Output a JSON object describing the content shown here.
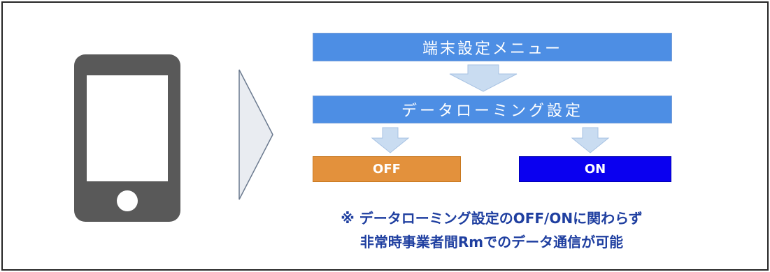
{
  "flow": {
    "menu_label": "端末設定メニュー",
    "roaming_label": "データローミング設定",
    "off_label": "OFF",
    "on_label": "ON"
  },
  "note": {
    "line1": "※ データローミング設定のOFF/ONに関わらず",
    "line2": "非常時事業者間Rmでのデータ通信が可能"
  },
  "colors": {
    "menu_blue": "#4d8ee4",
    "off_orange": "#e3913c",
    "on_blue": "#0a00f0",
    "note_text": "#1f3fa0",
    "arrow_fill": "#c9dcf1",
    "phone_gray": "#595959"
  },
  "icons": {
    "phone": "smartphone-icon",
    "chevron": "chevron-right-icon",
    "arrow": "arrow-down-icon"
  }
}
